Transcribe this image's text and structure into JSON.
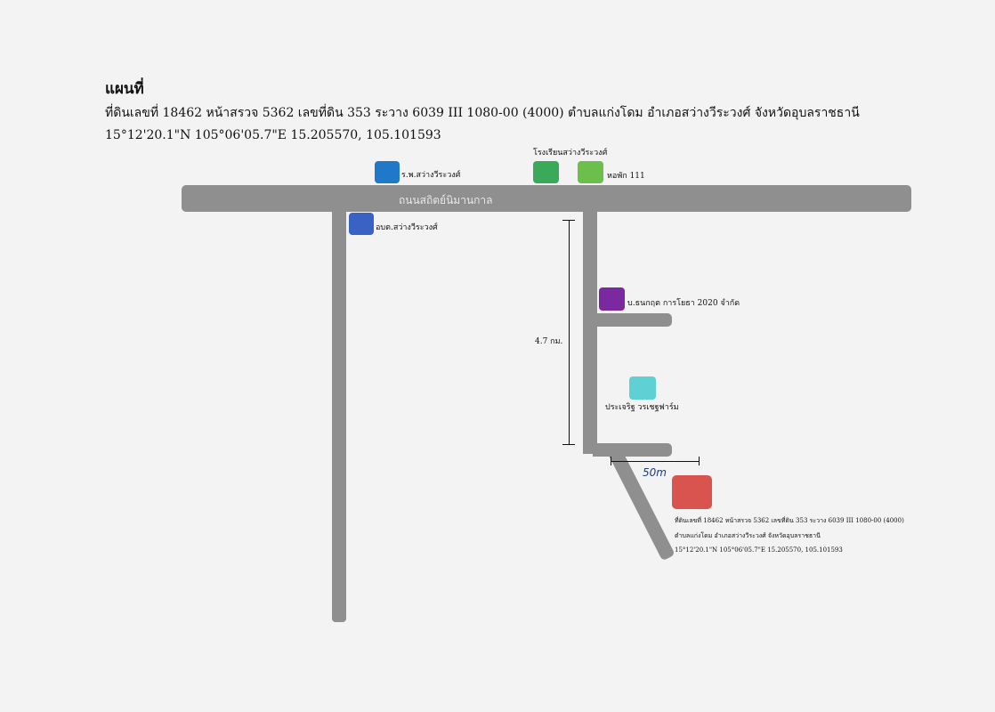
{
  "header": {
    "title": "แผนที่",
    "description": "ที่ดินเลขที่ 18462 หน้าสรวจ 5362 เลขที่ดิน 353 ระวาง 6039 III 1080-00 (4000) ตำบลแก่งโดม อำเภอสว่างวีระวงศ์ จังหวัดอุบลราชธานี",
    "coordinates": "15°12'20.1\"N 105°06'05.7\"E 15.205570, 105.101593"
  },
  "roads": {
    "main_road_label": "ถนนสถิตย์นิมานกาล"
  },
  "places": {
    "hospital": {
      "label": "ร.พ.สว่างวีระวงศ์",
      "color": "#1f78c8"
    },
    "school": {
      "label": "โรงเรียนสว่างวีระวงศ์",
      "color": "#3aa95a"
    },
    "dorm": {
      "label": "หอพัก 111",
      "color": "#6cbf4a"
    },
    "sao": {
      "label": "อบต.สว่างวีระวงศ์",
      "color": "#3a62c4"
    },
    "company": {
      "label": "บ.ธนกฤต การโยธา 2020 จำกัด",
      "color": "#7a2a9e"
    },
    "farm": {
      "label": "ประเจริฐ วรเชฐฟาร์ม",
      "color": "#5fd0d4"
    },
    "target": {
      "color": "#d9534f"
    }
  },
  "distances": {
    "side_road_length": "4.7 กม.",
    "to_target": "50m"
  },
  "target_info": {
    "line1": "ที่ดินเลขที่ 18462 หน้าสรวจ 5362 เลขที่ดิน 353 ระวาง 6039 III 1080-00 (4000)",
    "line2": "ตำบลแก่งโดม อำเภอสว่างวีระวงศ์ จังหวัดอุบลราชธานี",
    "line3": "15°12'20.1\"N 105°06'05.7\"E 15.205570, 105.101593"
  }
}
